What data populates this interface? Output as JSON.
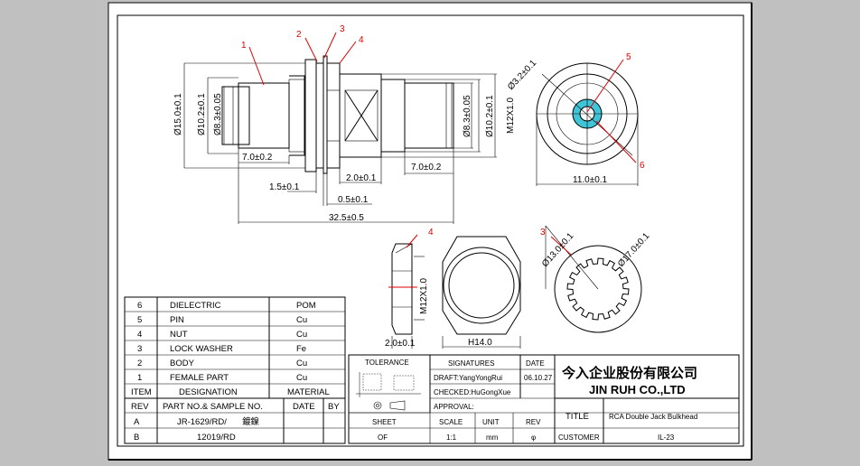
{
  "drawing": {
    "colors": {
      "background": "#c0c0c0",
      "sheet": "#ffffff",
      "leader": "#e00000",
      "highlight": "#3fc4d8"
    },
    "dimensions": {
      "d_15": "Ø15.0±0.1",
      "d_10_2_left": "Ø10.2±0.1",
      "d_8_3_left": "Ø8.3±0.05",
      "len_7_left": "7.0±0.2",
      "d_8_3_right": "Ø8.3±0.05",
      "d_10_2_right": "Ø10.2±0.1",
      "m12_side": "M12X1.0",
      "len_2": "2.0±0.1",
      "len_7_right": "7.0±0.2",
      "len_1_5": "1.5±0.1",
      "len_0_5": "0.5±0.1",
      "len_32_5": "32.5±0.5",
      "d_3_2": "Ø3.2±0.1",
      "width_11": "11.0±0.1",
      "nut_m12": "M12X1.0",
      "nut_2": "2.0±0.1",
      "nut_h14": "H14.0",
      "d_13": "Ø13.0±0.1",
      "d_17": "Ø17.0±0.1"
    },
    "balloons": {
      "b1": "1",
      "b2": "2",
      "b3": "3",
      "b4": "4",
      "b5": "5",
      "b6": "6",
      "b4_nut": "4",
      "b3_washer": "3"
    }
  },
  "bom": {
    "rows": [
      {
        "no": "6",
        "name": "DIELECTRIC",
        "material": "POM"
      },
      {
        "no": "5",
        "name": "PIN",
        "material": "Cu"
      },
      {
        "no": "4",
        "name": "NUT",
        "material": "Cu"
      },
      {
        "no": "3",
        "name": "LOCK WASHER",
        "material": "Fe"
      },
      {
        "no": "2",
        "name": "BODY",
        "material": "Cu"
      },
      {
        "no": "1",
        "name": "FEMALE PART",
        "material": "Cu"
      }
    ],
    "header": {
      "item": "ITEM",
      "designation": "DESIGNATION",
      "material": "MATERIAL"
    }
  },
  "revisions": {
    "header": {
      "rev": "REV",
      "part": "PART NO.& SAMPLE NO.",
      "date": "DATE",
      "by": "BY"
    },
    "rows": [
      {
        "rev": "A",
        "part": "JR-1629/RD/",
        "cjk": "鍍鎳",
        "date": "",
        "by": ""
      },
      {
        "rev": "B",
        "part": "12019/RD",
        "date": "",
        "by": ""
      }
    ]
  },
  "titleblock": {
    "tolerance": "TOLERANCE",
    "signatures": "SIGNATURES",
    "date_label": "DATE",
    "draft": "DRAFT:YangYongRui",
    "draft_date": "06.10.27",
    "checked": "CHECKED:HuGongXue",
    "approval": "APPROVAL:",
    "sheet": "SHEET",
    "sheet_val": "OF",
    "scale": "SCALE",
    "scale_val": "1:1",
    "unit": "UNIT",
    "unit_val": "mm",
    "rev": "REV",
    "rev_val": "φ",
    "company_cn": "今入企业股份有限公司",
    "company_en": "JIN RUH CO.,LTD",
    "title_label": "TITLE",
    "title_val": "RCA Double Jack Bulkhead",
    "customer_label": "CUSTOMER",
    "customer_val": "IL-23"
  }
}
